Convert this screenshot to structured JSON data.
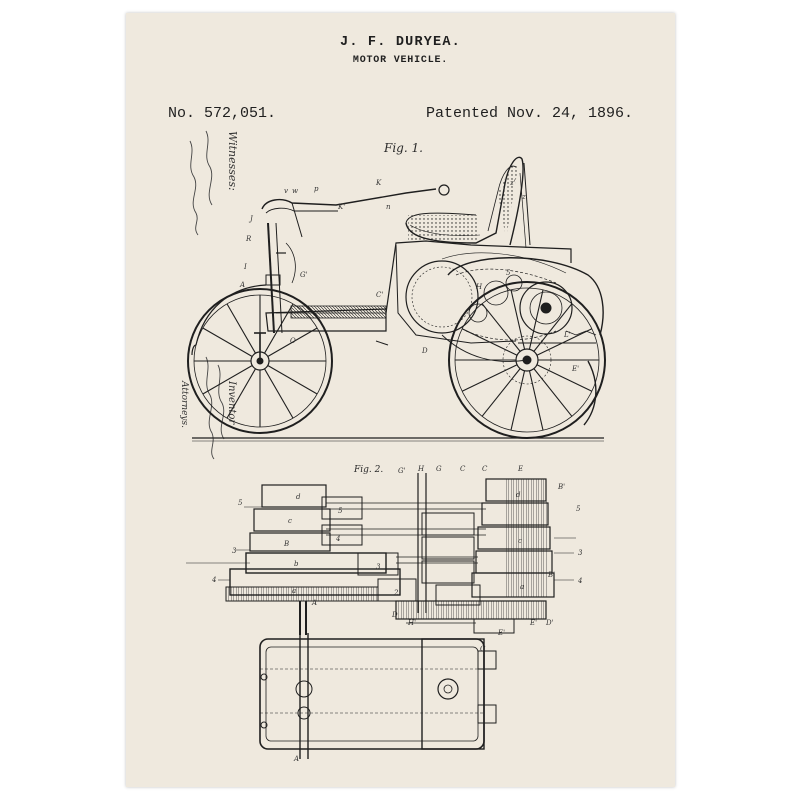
{
  "header": {
    "inventor": "J. F. DURYEA.",
    "title": "MOTOR VEHICLE.",
    "patent_number": "No. 572,051.",
    "patent_date": "Patented Nov. 24, 1896."
  },
  "figures": {
    "fig1_label": "Fig. 1.",
    "fig2_label": "Fig. 2."
  },
  "margin_text": {
    "witnesses": "Witnesses:",
    "inventor": "Inventor",
    "attorneys": "Attorneys."
  },
  "colors": {
    "paper": "#efe9de",
    "ink": "#1f1f1f"
  }
}
